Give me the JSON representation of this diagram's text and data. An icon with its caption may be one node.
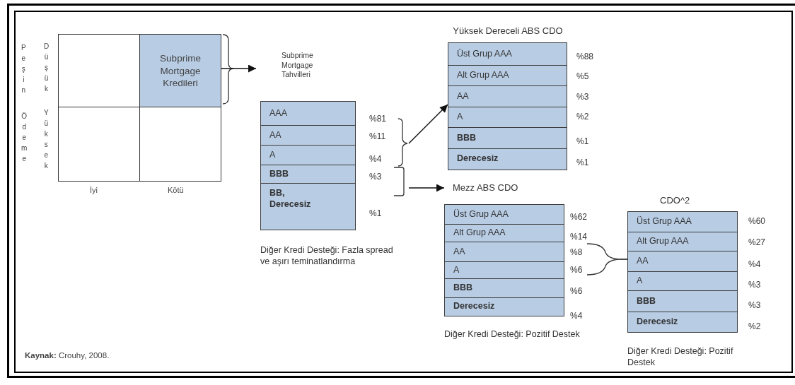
{
  "diagram": {
    "nodes": [
      {
        "text": [],
        "shape": "box"
      },
      {
        "text": [
          "Subprime Mortgage Kredileri"
        ]
      },
      {
        "text": [],
        "shape": "box"
      },
      {
        "text": [],
        "shape": "box"
      },
      {
        "text": [
          "Subprime Mortgage Tahvilleri"
        ],
        "beside": [
          "Diğer Kredi Desteği: Fazla spread ve aşırı teminatlandırma"
        ]
      },
      {
        "text": [
          "AAA"
        ],
        "in": 4,
        "beside": [
          "%81"
        ]
      },
      {
        "text": [
          "AA"
        ],
        "in": 4,
        "beside": [
          "%11"
        ]
      },
      {
        "text": [
          "A"
        ],
        "in": 4,
        "beside": [
          "%4"
        ]
      },
      {
        "text": [
          "BBB"
        ],
        "in": 4,
        "beside": [
          "%3"
        ]
      },
      {
        "text": [
          "BB, Derecesiz"
        ],
        "in": 4,
        "beside": [
          "%1"
        ]
      },
      {
        "text": [
          "Yüksek Dereceli ABS CDO"
        ]
      },
      {
        "text": [
          "Üst Grup AAA"
        ],
        "in": 10,
        "beside": [
          "%88"
        ]
      },
      {
        "text": [
          "Alt Grup AAA"
        ],
        "in": 10,
        "beside": [
          "%5"
        ]
      },
      {
        "text": [
          "AA"
        ],
        "in": 10,
        "beside": [
          "%3"
        ]
      },
      {
        "text": [
          "A"
        ],
        "in": 10,
        "beside": [
          "%2"
        ]
      },
      {
        "text": [
          "BBB"
        ],
        "in": 10,
        "beside": [
          "%1"
        ]
      },
      {
        "text": [
          "Derecesiz"
        ],
        "in": 10,
        "beside": [
          "%1"
        ]
      },
      {
        "text": [
          "Mezz ABS CDO"
        ],
        "beside": [
          "Diğer Kredi Desteği: Pozitif Destek"
        ]
      },
      {
        "text": [
          "Üst Grup AAA"
        ],
        "in": 17,
        "beside": [
          "%62"
        ]
      },
      {
        "text": [
          "Alt Grup AAA"
        ],
        "in": 17,
        "beside": [
          "%14"
        ]
      },
      {
        "text": [
          "AA"
        ],
        "in": 17,
        "beside": [
          "%8"
        ]
      },
      {
        "text": [
          "A"
        ],
        "in": 17,
        "beside": [
          "%6"
        ]
      },
      {
        "text": [
          "BBB"
        ],
        "in": 17,
        "beside": [
          "%6"
        ]
      },
      {
        "text": [
          "Derecesiz"
        ],
        "in": 17,
        "beside": [
          "%4"
        ]
      },
      {
        "text": [
          "CDO^2"
        ],
        "beside": [
          "Diğer Kredi Desteği: Pozitif Destek"
        ]
      },
      {
        "text": [
          "Üst Grup AAA"
        ],
        "in": 24,
        "beside": [
          "%60"
        ]
      },
      {
        "text": [
          "Alt Grup AAA"
        ],
        "in": 24,
        "beside": [
          "%27"
        ]
      },
      {
        "text": [
          "AA"
        ],
        "in": 24,
        "beside": [
          "%4"
        ]
      },
      {
        "text": [
          "A"
        ],
        "in": 24,
        "beside": [
          "%3"
        ]
      },
      {
        "text": [
          "BBB"
        ],
        "in": 24,
        "beside": [
          "%3"
        ]
      },
      {
        "text": [
          "Derecesiz"
        ],
        "in": 24,
        "beside": [
          "%2"
        ]
      }
    ],
    "edges": [
      {
        "from": 1,
        "to": 4,
        "arrow": "to"
      },
      {
        "from": 4,
        "to": 10,
        "arrow": "to"
      },
      {
        "from": 4,
        "to": 17,
        "arrow": "to"
      },
      {
        "from": 17,
        "to": 24,
        "arrow": "none"
      }
    ],
    "labels": [
      "Peşin",
      "Ödeme",
      "Düşük",
      "Yüksek",
      "İyi",
      "Kötü",
      "**Kaynak:** Crouhy, 2008."
    ]
  }
}
